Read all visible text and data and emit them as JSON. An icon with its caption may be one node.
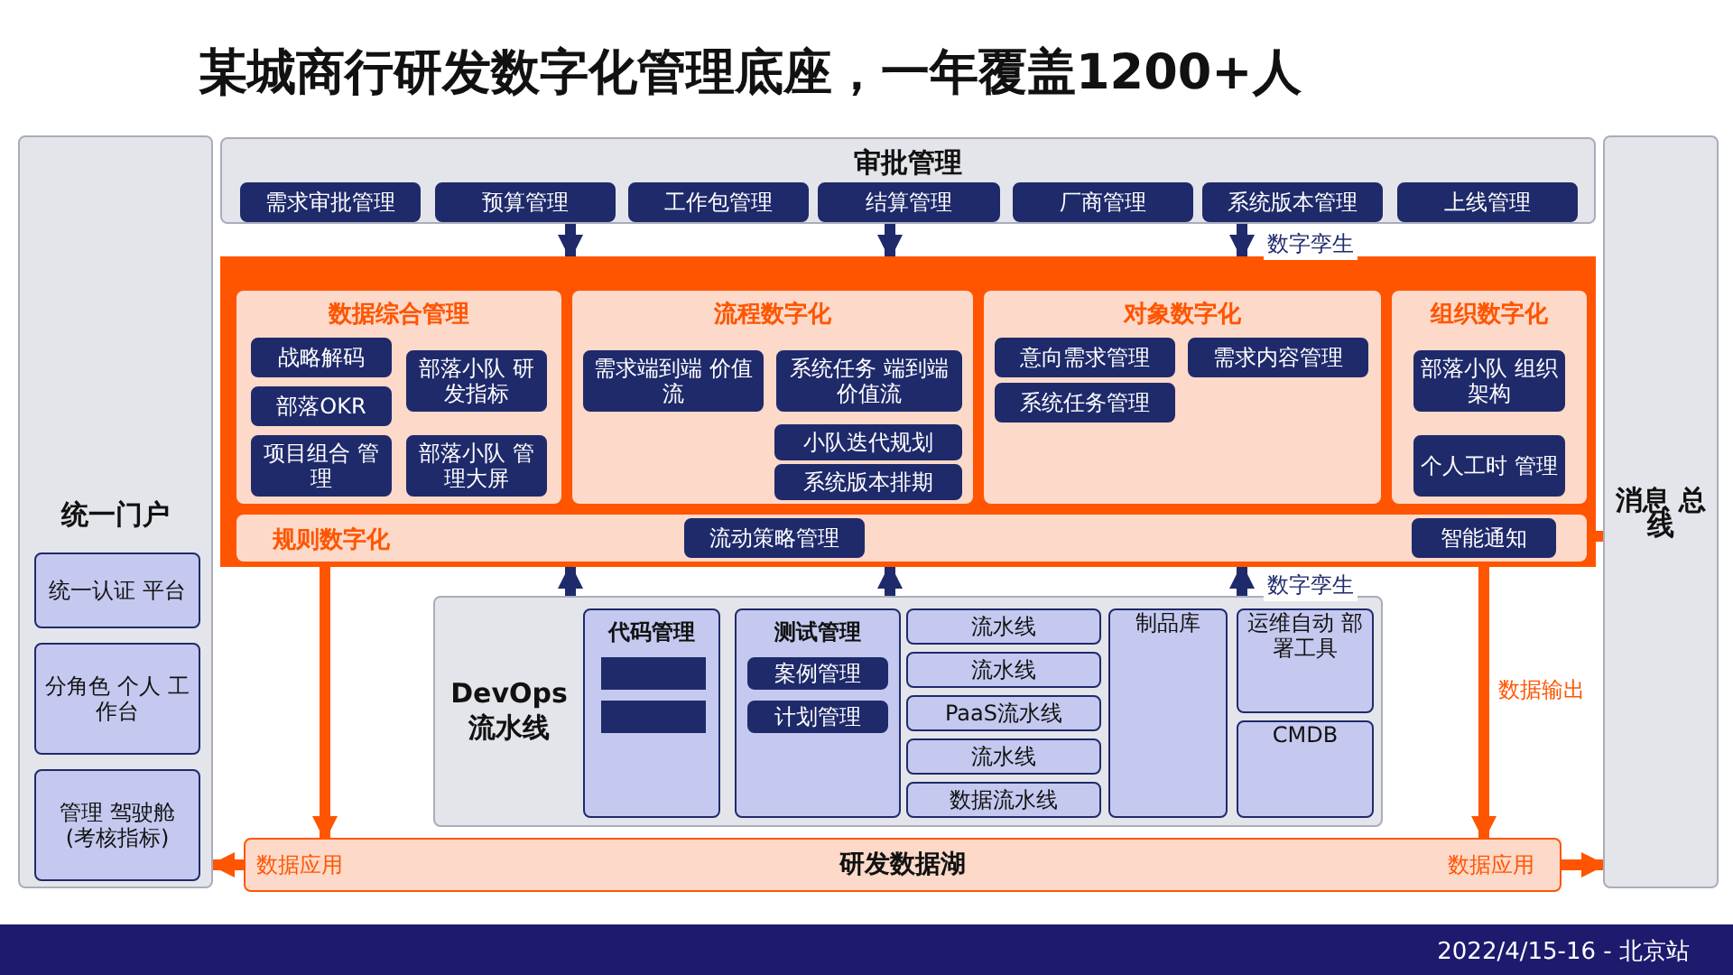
{
  "diagram": {
    "title": "某城商行研发数字化管理底座，一年覆盖1200+人",
    "nodes": [
      {
        "text": [
          "统一门户"
        ]
      },
      {
        "text": [
          "统一认证 平台"
        ],
        "in": 0
      },
      {
        "text": [
          "分角色 个人 工作台"
        ],
        "in": 0
      },
      {
        "text": [
          "管理 驾驶舱 (考核指标)"
        ],
        "in": 0
      },
      {
        "text": [
          "审批管理"
        ]
      },
      {
        "text": [
          "需求审批管理"
        ],
        "in": 4
      },
      {
        "text": [
          "预算管理"
        ],
        "in": 4
      },
      {
        "text": [
          "工作包管理"
        ],
        "in": 4
      },
      {
        "text": [
          "结算管理"
        ],
        "in": 4
      },
      {
        "text": [
          "厂商管理"
        ],
        "in": 4
      },
      {
        "text": [
          "系统版本管理"
        ],
        "in": 4
      },
      {
        "text": [
          "上线管理"
        ],
        "in": 4
      },
      {
        "text": [],
        "shape": "box"
      },
      {
        "text": [
          "数据综合管理"
        ],
        "in": 12
      },
      {
        "text": [
          "战略解码"
        ],
        "in": 13
      },
      {
        "text": [
          "部落OKR"
        ],
        "in": 13
      },
      {
        "text": [
          "项目组合 管理"
        ],
        "in": 13
      },
      {
        "text": [
          "部落小队 研发指标"
        ],
        "in": 13
      },
      {
        "text": [
          "部落小队 管理大屏"
        ],
        "in": 13
      },
      {
        "text": [
          "流程数字化"
        ],
        "in": 12
      },
      {
        "text": [
          "需求端到端 价值流"
        ],
        "in": 19
      },
      {
        "text": [
          "系统任务 端到端价值流"
        ],
        "in": 19
      },
      {
        "text": [
          "小队迭代规划"
        ],
        "in": 19
      },
      {
        "text": [
          "系统版本排期"
        ],
        "in": 19
      },
      {
        "text": [
          "对象数字化"
        ],
        "in": 12
      },
      {
        "text": [
          "意向需求管理"
        ],
        "in": 24
      },
      {
        "text": [
          "需求内容管理"
        ],
        "in": 24
      },
      {
        "text": [
          "系统任务管理"
        ],
        "in": 24
      },
      {
        "text": [
          "组织数字化"
        ],
        "in": 12
      },
      {
        "text": [
          "部落小队 组织架构"
        ],
        "in": 28
      },
      {
        "text": [
          "个人工时 管理"
        ],
        "in": 28
      },
      {
        "text": [
          "规则数字化"
        ],
        "in": 12
      },
      {
        "text": [
          "流动策略管理"
        ],
        "in": 31
      },
      {
        "text": [
          "智能通知"
        ],
        "in": 31
      },
      {
        "text": [
          "消息 总线"
        ]
      },
      {
        "text": [
          "DevOps 流水线"
        ]
      },
      {
        "text": [
          "代码管理"
        ],
        "in": 35
      },
      {
        "text": [],
        "shape": "box",
        "in": 36
      },
      {
        "text": [],
        "shape": "box",
        "in": 36
      },
      {
        "text": [
          "测试管理"
        ],
        "in": 35
      },
      {
        "text": [
          "案例管理"
        ],
        "in": 39
      },
      {
        "text": [
          "计划管理"
        ],
        "in": 39
      },
      {
        "text": [
          "流水线"
        ],
        "in": 35
      },
      {
        "text": [
          "流水线"
        ],
        "in": 35
      },
      {
        "text": [
          "PaaS流水线"
        ],
        "in": 35
      },
      {
        "text": [
          "流水线"
        ],
        "in": 35
      },
      {
        "text": [
          "数据流水线"
        ],
        "in": 35
      },
      {
        "text": [
          "制品库"
        ],
        "in": 35
      },
      {
        "text": [
          "运维自动 部署工具"
        ],
        "in": 35
      },
      {
        "text": [
          "CMDB"
        ],
        "in": 35
      },
      {
        "text": [
          "研发数据湖"
        ]
      }
    ],
    "edges": [
      {
        "from": 4,
        "to": 12,
        "arrow": "to"
      },
      {
        "from": 4,
        "to": 12,
        "arrow": "to"
      },
      {
        "from": 4,
        "to": 12,
        "arrow": "to",
        "label": "数字孪生"
      },
      {
        "from": 35,
        "to": 12,
        "arrow": "to"
      },
      {
        "from": 35,
        "to": 12,
        "arrow": "to"
      },
      {
        "from": 35,
        "to": 12,
        "arrow": "to",
        "label": "数字孪生"
      },
      {
        "from": 33,
        "to": 34,
        "arrow": "to",
        "color": "#ff5500"
      },
      {
        "from": 12,
        "to": 50,
        "arrow": "to",
        "color": "#ff5500"
      },
      {
        "from": 12,
        "to": 50,
        "arrow": "to",
        "color": "#ff5500",
        "label": "数据输出"
      },
      {
        "from": 50,
        "to": 0,
        "arrow": "to",
        "color": "#ff5500",
        "label": "数据应用"
      },
      {
        "from": 50,
        "to": 34,
        "arrow": "to",
        "color": "#ff5500",
        "label": "数据应用"
      }
    ],
    "labels": [
      "2022/4/15-16 - 北京站"
    ]
  }
}
